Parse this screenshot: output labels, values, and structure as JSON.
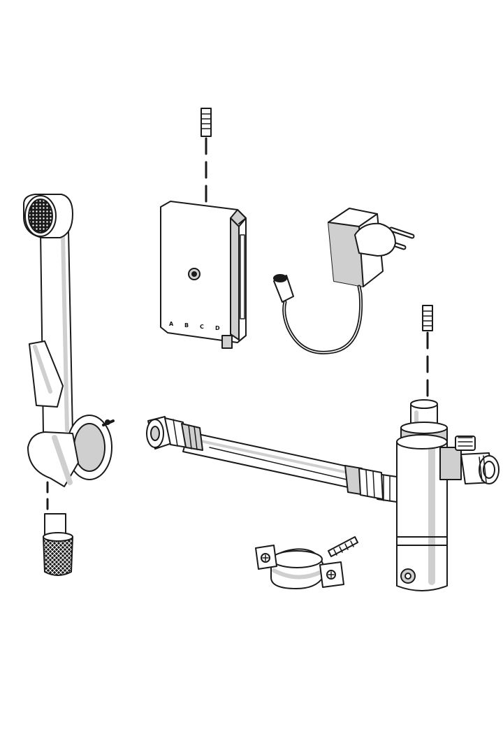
{
  "diagram": {
    "control_box": {
      "terminal_labels": [
        "A",
        "B",
        "C",
        "D"
      ]
    },
    "colors": {
      "line": "#1a1a1a",
      "shade": "#cfcfcf",
      "dark": "#2a2a2a",
      "paper": "#ffffff"
    }
  }
}
